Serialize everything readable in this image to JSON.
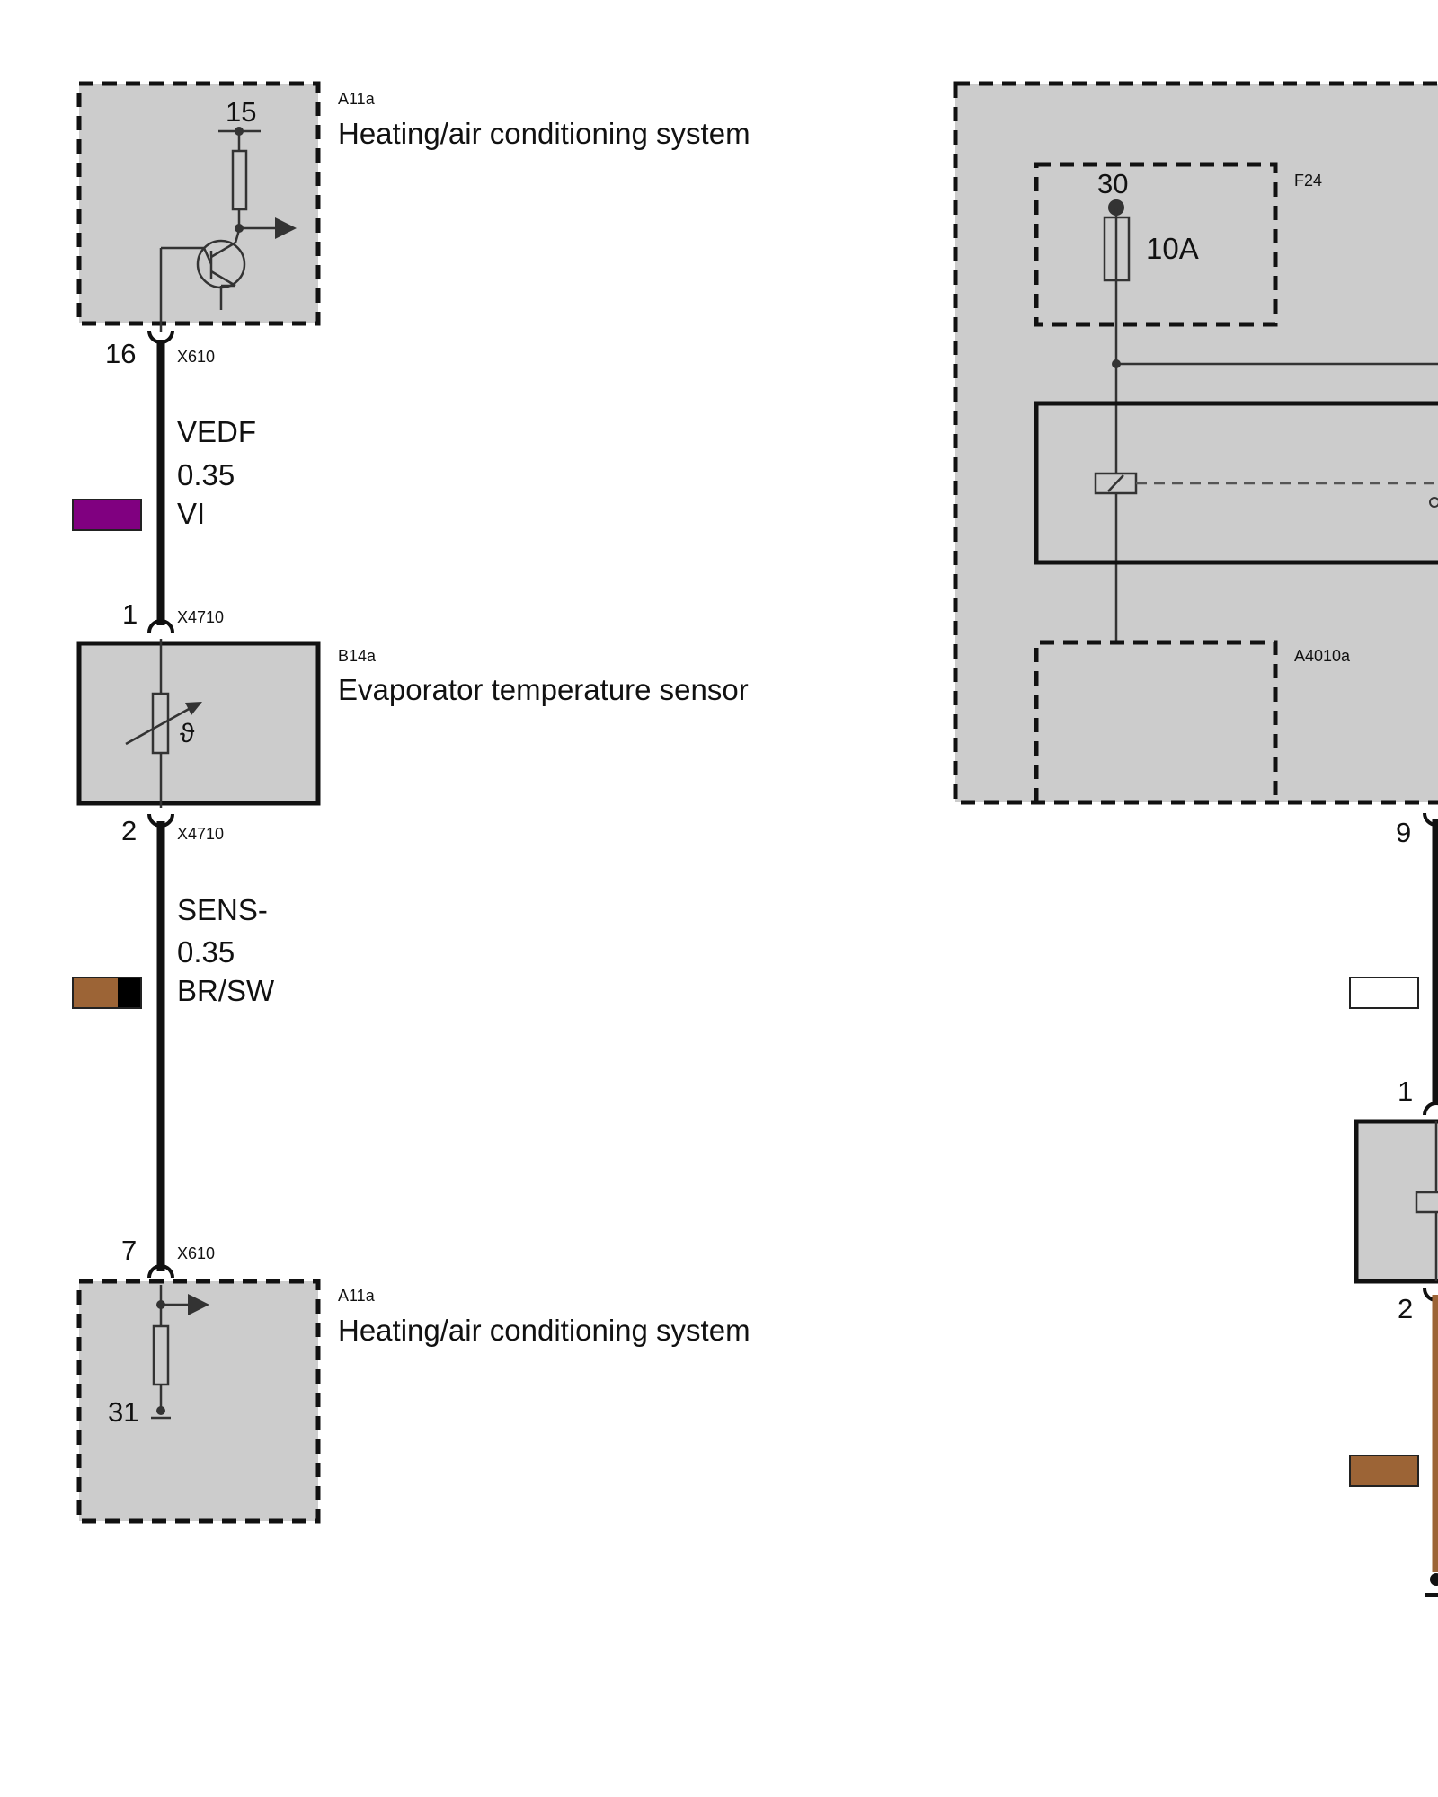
{
  "colors": {
    "box_fill": "#cccccc",
    "wire": "#111111",
    "violet": "#800080",
    "brown": "#9c6436",
    "black": "#000000",
    "white": "#ffffff"
  },
  "left": {
    "top_module": {
      "code": "A11a",
      "title": "Heating/air conditioning system",
      "terminal": "15",
      "icon": "transistor-output-icon"
    },
    "wire1": {
      "pin_top": "16",
      "conn_top": "X610",
      "signal": "VEDF",
      "size": "0.35",
      "color_code": "VI",
      "pin_bottom": "1",
      "conn_bottom": "X4710"
    },
    "sensor": {
      "code": "B14a",
      "title": "Evaporator temperature sensor",
      "symbol": "ϑ",
      "icon": "thermistor-icon"
    },
    "wire2": {
      "pin_top": "2",
      "conn_top": "X4710",
      "signal": "SENS-",
      "size": "0.35",
      "color_code": "BR/SW",
      "pin_bottom": "7",
      "conn_bottom": "X610"
    },
    "bottom_module": {
      "code": "A11a",
      "title": "Heating/air conditioning system",
      "terminal": "31",
      "icon": "ground-resistor-icon"
    }
  },
  "right": {
    "fuse": {
      "terminal": "30",
      "rating": "10A",
      "code": "F24"
    },
    "module_code": "A4010a",
    "pins": {
      "out": "9",
      "relay_in": "1",
      "relay_out": "2"
    }
  }
}
